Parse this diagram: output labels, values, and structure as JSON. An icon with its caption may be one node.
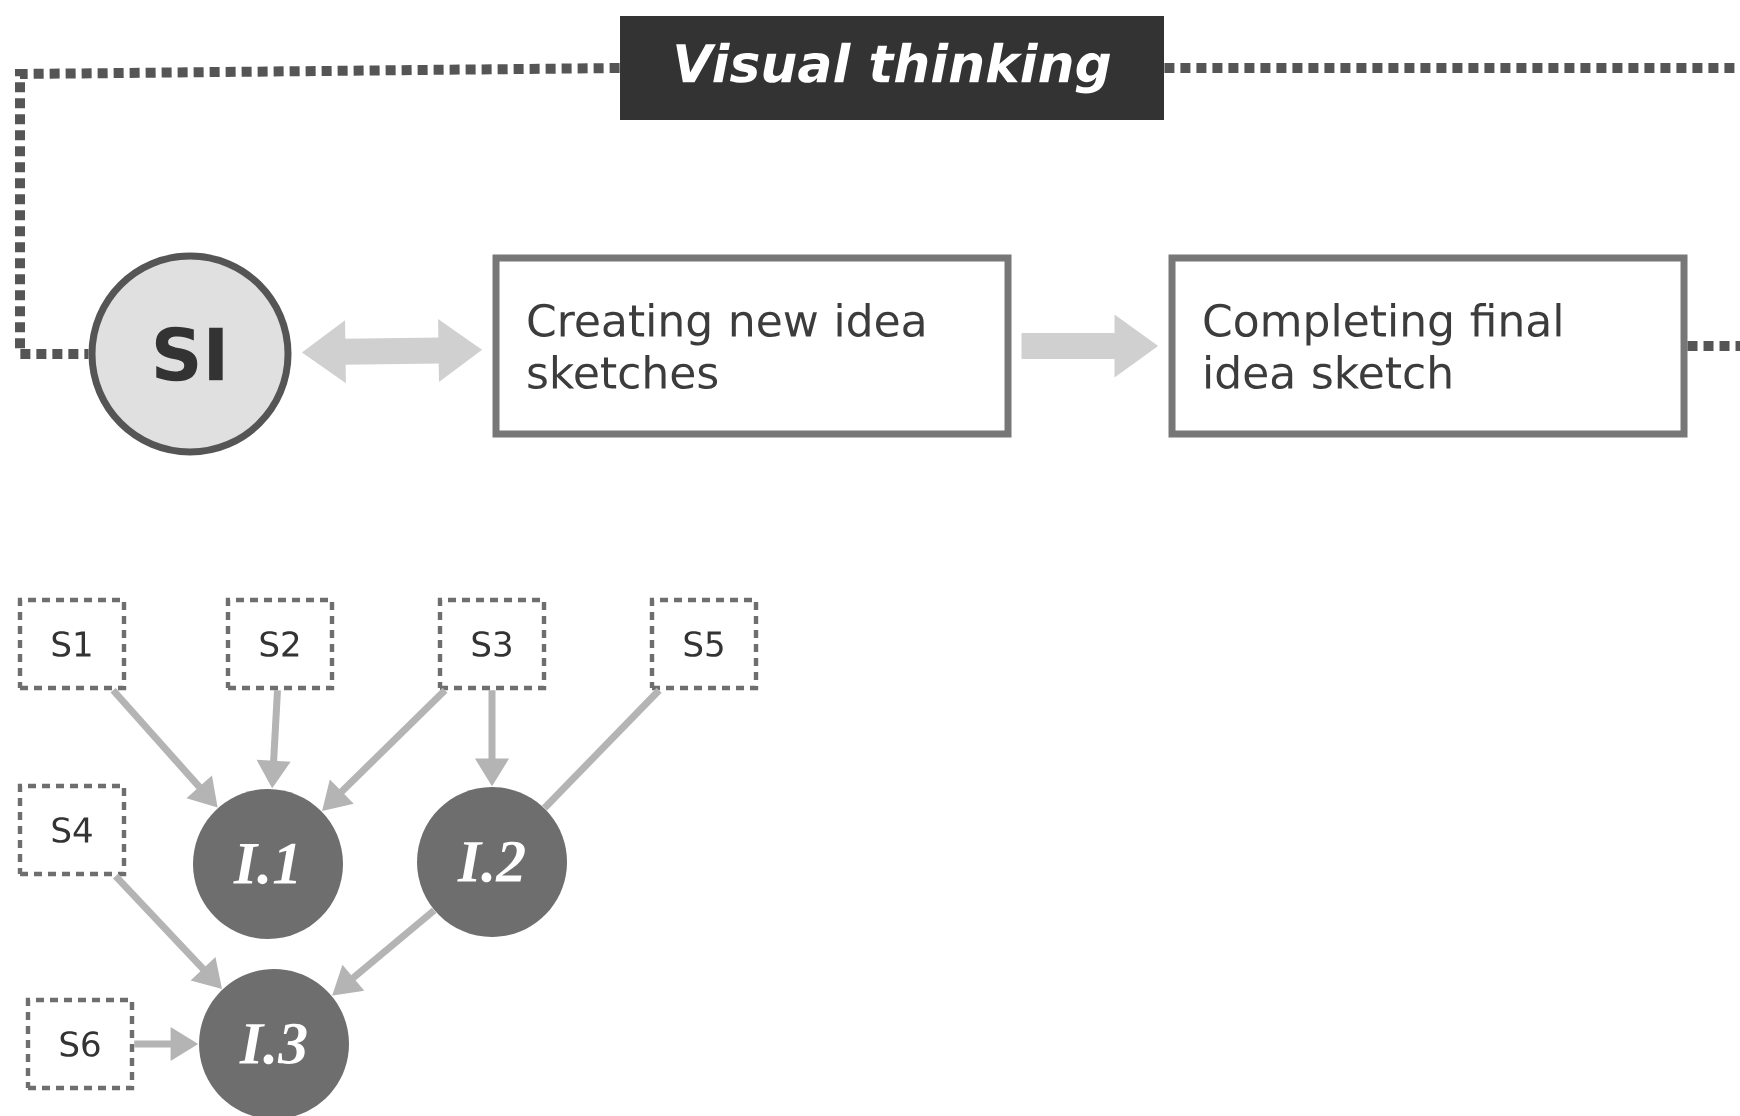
{
  "diagram": {
    "nodes": [
      {
        "text": [
          "Visual thinking"
        ]
      },
      {
        "text": [
          "SI"
        ]
      },
      {
        "text": [
          "Creating new idea sketches"
        ]
      },
      {
        "text": [
          "Completing final idea sketch"
        ]
      },
      {
        "text": [
          "S1"
        ]
      },
      {
        "text": [
          "S2"
        ]
      },
      {
        "text": [
          "S3"
        ]
      },
      {
        "text": [
          "S5"
        ]
      },
      {
        "text": [
          "S4"
        ]
      },
      {
        "text": [
          "I.1"
        ]
      },
      {
        "text": [
          "I.2"
        ]
      },
      {
        "text": [
          "S6"
        ]
      },
      {
        "text": [
          "I.3"
        ]
      }
    ],
    "edges": [
      {
        "from": 0,
        "to": 1,
        "arrow": "none",
        "style": "dashed",
        "color": "#555555"
      },
      {
        "from": 0,
        "to": null,
        "arrow": "none",
        "style": "dashed",
        "color": "#555555"
      },
      {
        "from": 3,
        "to": null,
        "arrow": "none",
        "style": "dashed",
        "color": "#555555"
      },
      {
        "from": 1,
        "to": 2,
        "arrow": "both",
        "style": "thick"
      },
      {
        "from": 2,
        "to": 3,
        "arrow": "to",
        "style": "thick"
      },
      {
        "from": 4,
        "to": 9,
        "arrow": "to"
      },
      {
        "from": 5,
        "to": 9,
        "arrow": "to"
      },
      {
        "from": 6,
        "to": 9,
        "arrow": "to"
      },
      {
        "from": 6,
        "to": 10,
        "arrow": "to"
      },
      {
        "from": 7,
        "to": 10,
        "arrow": "none"
      },
      {
        "from": 8,
        "to": 12,
        "arrow": "to"
      },
      {
        "from": 10,
        "to": 12,
        "arrow": "to"
      },
      {
        "from": 11,
        "to": 12,
        "arrow": "to"
      }
    ]
  }
}
